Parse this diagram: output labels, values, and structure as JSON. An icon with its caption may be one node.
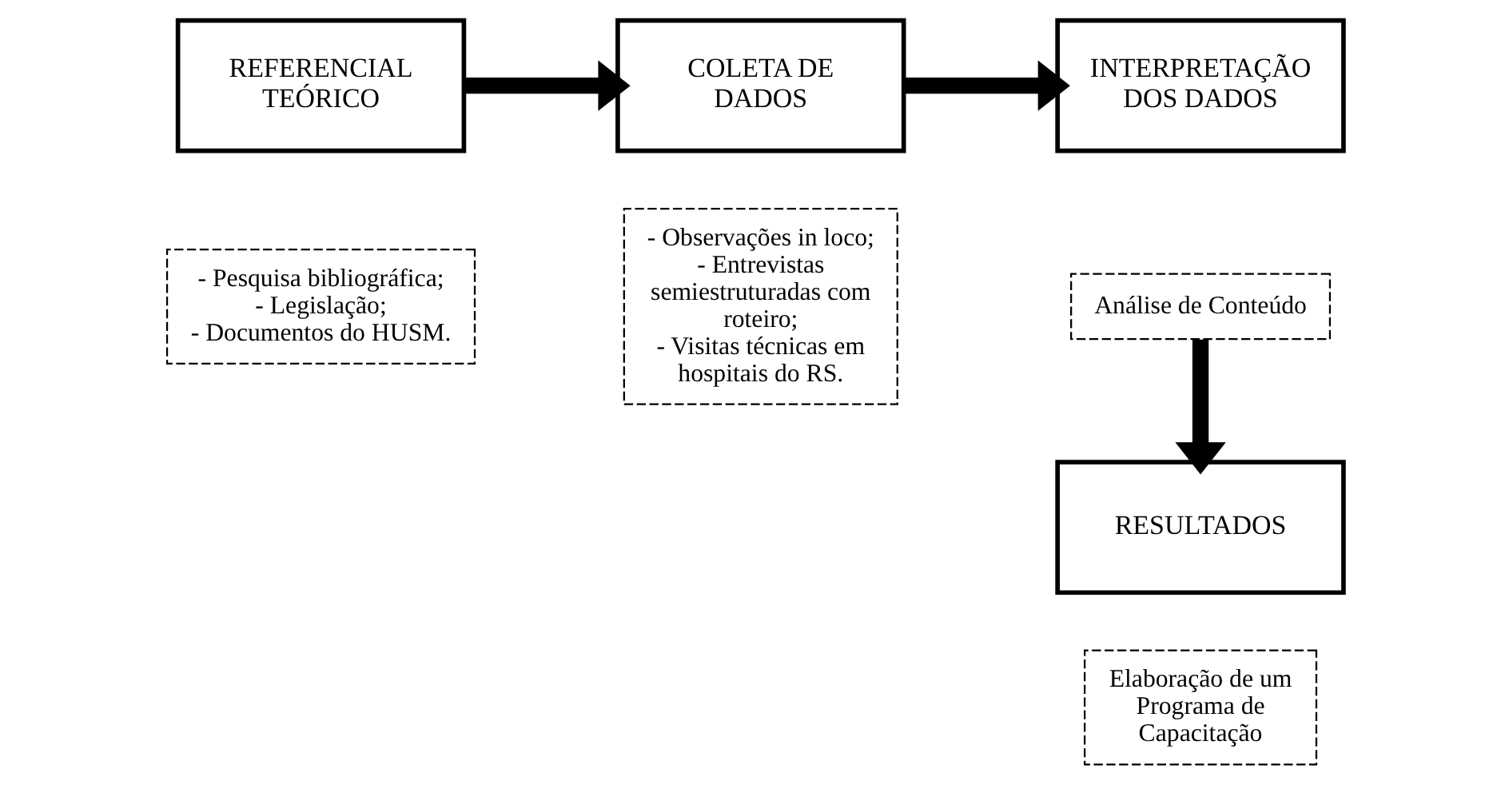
{
  "diagram": {
    "nodes": [
      {
        "text": [
          "REFERENCIAL TEÓRICO"
        ]
      },
      {
        "text": [
          "COLETA DE DADOS"
        ]
      },
      {
        "text": [
          "INTERPRETAÇÃO DOS DADOS"
        ]
      },
      {
        "text": [
          "- Pesquisa bibliográfica;",
          "- Legislação;",
          "- Documentos do HUSM."
        ]
      },
      {
        "text": [
          "- Observações in loco;",
          "- Entrevistas semiestruturadas com roteiro;",
          "- Visitas técnicas em hospitais do RS."
        ]
      },
      {
        "text": [
          "Análise de Conteúdo"
        ]
      },
      {
        "text": [
          "RESULTADOS"
        ]
      },
      {
        "text": [
          "Elaboração de um Programa de Capacitação"
        ]
      }
    ],
    "edges": [
      {
        "from": 0,
        "to": 1,
        "arrow": "to"
      },
      {
        "from": 1,
        "to": 2,
        "arrow": "to"
      },
      {
        "from": 5,
        "to": 6,
        "arrow": "to"
      }
    ]
  }
}
